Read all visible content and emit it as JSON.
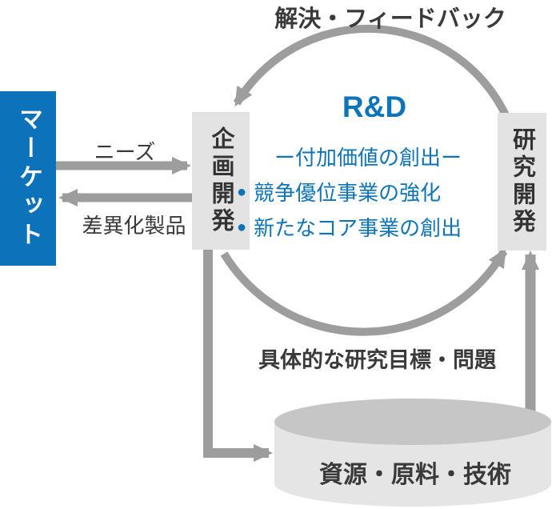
{
  "diagram_title": "R&D",
  "colors": {
    "brand_blue": "#0c73ba",
    "blue_text": "#0e74b8",
    "arrow_gray": "#9d9d9d",
    "box_gray": "#e3e3e3",
    "cylinder_top_gray": "#c6c6c6",
    "cylinder_body_gray": "#e5e5e5",
    "text_dark": "#3a3a3a"
  },
  "labels": {
    "feedback_top": "解決・フィードバック",
    "market": "マーケット",
    "needs": "ニーズ",
    "differentiated_products": "差異化製品",
    "planning_dev": "企画開発",
    "research_dev": "研究開発",
    "rd_title": "R&D",
    "rd_subtitle": "ー付加価値の創出ー",
    "bullet_glyph": "●",
    "rd_bullets": [
      "競争優位事業の強化",
      "新たなコア事業の創出"
    ],
    "research_goals": "具体的な研究目標・問題",
    "resources": "資源・原料・技術"
  }
}
